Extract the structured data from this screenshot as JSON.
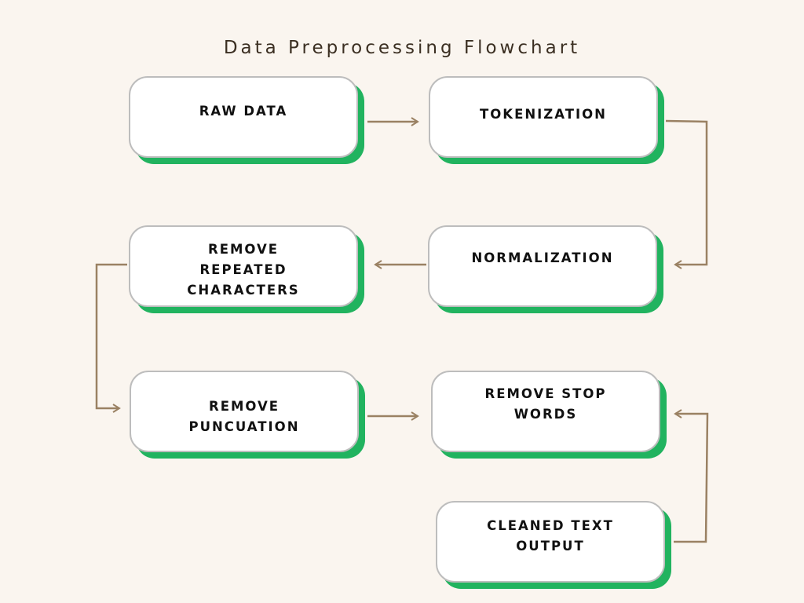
{
  "title": "Data Preprocessing Flowchart",
  "nodes": {
    "raw_data": "RAW DATA",
    "tokenization": "TOKENIZATION",
    "normalization": "NORMALIZATION",
    "remove_repeated": "REMOVE\nREPEATED\nCHARACTERS",
    "remove_punctuation": "REMOVE\nPUNCUATION",
    "remove_stop_words": "REMOVE STOP\nWORDS",
    "cleaned_output": "CLEANED TEXT\nOUTPUT"
  },
  "colors": {
    "background": "#faf5ef",
    "connector": "#9a8163",
    "node_shadow": "#21b35f",
    "node_border": "#bdbdbd",
    "text": "#111111",
    "title": "#3b2f22"
  }
}
